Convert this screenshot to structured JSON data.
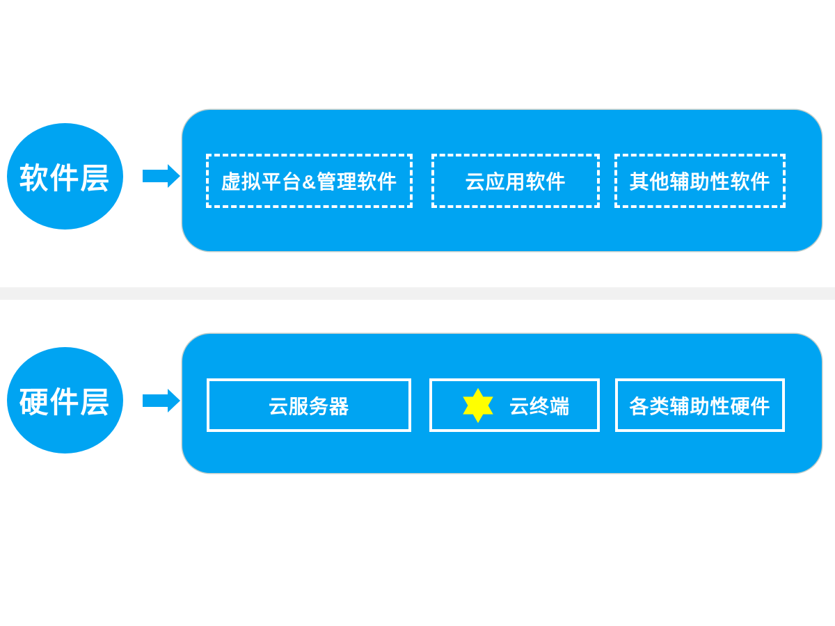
{
  "colors": {
    "primary_blue": "#00a4f2",
    "star_yellow": "#ffff00",
    "divider_gray": "#f1f1f1",
    "text_white": "#ffffff"
  },
  "layers": [
    {
      "id": "software",
      "label": "软件层",
      "border_style": "dashed",
      "items": [
        {
          "label": "虚拟平台&管理软件"
        },
        {
          "label": "云应用软件"
        },
        {
          "label": "其他辅助性软件"
        }
      ]
    },
    {
      "id": "hardware",
      "label": "硬件层",
      "border_style": "solid",
      "items": [
        {
          "label": "云服务器"
        },
        {
          "label": "云终端",
          "starred": true,
          "star_icon": "six-pointed-star"
        },
        {
          "label": "各类辅助性硬件"
        }
      ]
    }
  ]
}
